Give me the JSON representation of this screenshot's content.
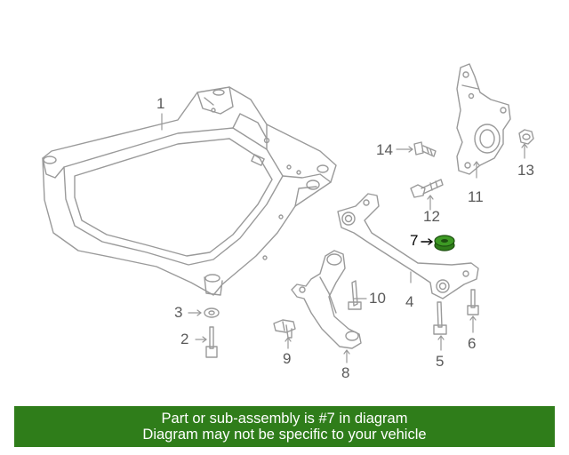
{
  "diagram": {
    "callouts": [
      {
        "id": "c1",
        "label": "1"
      },
      {
        "id": "c2",
        "label": "2"
      },
      {
        "id": "c3",
        "label": "3"
      },
      {
        "id": "c4",
        "label": "4"
      },
      {
        "id": "c5",
        "label": "5"
      },
      {
        "id": "c6",
        "label": "6"
      },
      {
        "id": "c7",
        "label": "7"
      },
      {
        "id": "c8",
        "label": "8"
      },
      {
        "id": "c9",
        "label": "9"
      },
      {
        "id": "c10",
        "label": "10"
      },
      {
        "id": "c11",
        "label": "11"
      },
      {
        "id": "c12",
        "label": "12"
      },
      {
        "id": "c13",
        "label": "13"
      },
      {
        "id": "c14",
        "label": "14"
      }
    ],
    "highlight_color": "#2f7d1a",
    "line_color": "#9a9a9a"
  },
  "banner": {
    "line1": "Part or sub-assembly is #7 in diagram",
    "line2": "Diagram may not be specific to your vehicle",
    "background": "#2f7d1a"
  }
}
